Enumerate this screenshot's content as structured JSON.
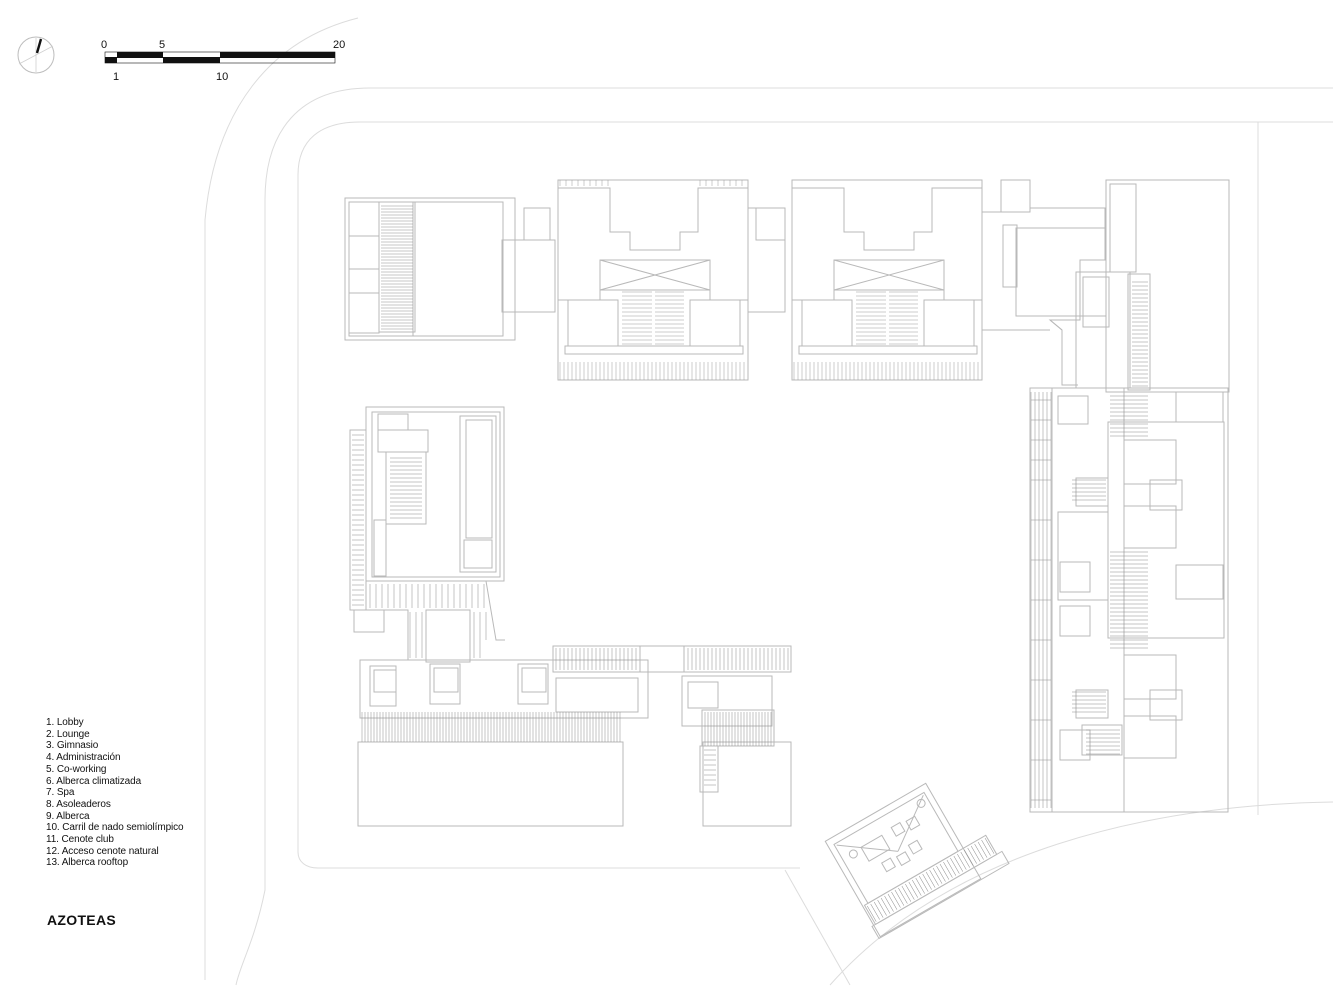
{
  "scale": {
    "ticks_top": [
      "0",
      "5",
      "20"
    ],
    "ticks_bottom": [
      "1",
      "10"
    ]
  },
  "legend": [
    "1. Lobby",
    "2. Lounge",
    "3. Gimnasio",
    "4. Administración",
    "5. Co-working",
    "6. Alberca climatizada",
    "7. Spa",
    "8. Asoleaderos",
    "9. Alberca",
    "10. Carril de nado semiolímpico",
    "11. Cenote club",
    "12. Acceso cenote natural",
    "13. Alberca rooftop"
  ],
  "title": "AZOTEAS",
  "icons": {
    "north": "north-arrow-icon"
  },
  "colors": {
    "line": "#b9b9b9",
    "line_dark": "#7d7d7d",
    "ink": "#111111"
  }
}
